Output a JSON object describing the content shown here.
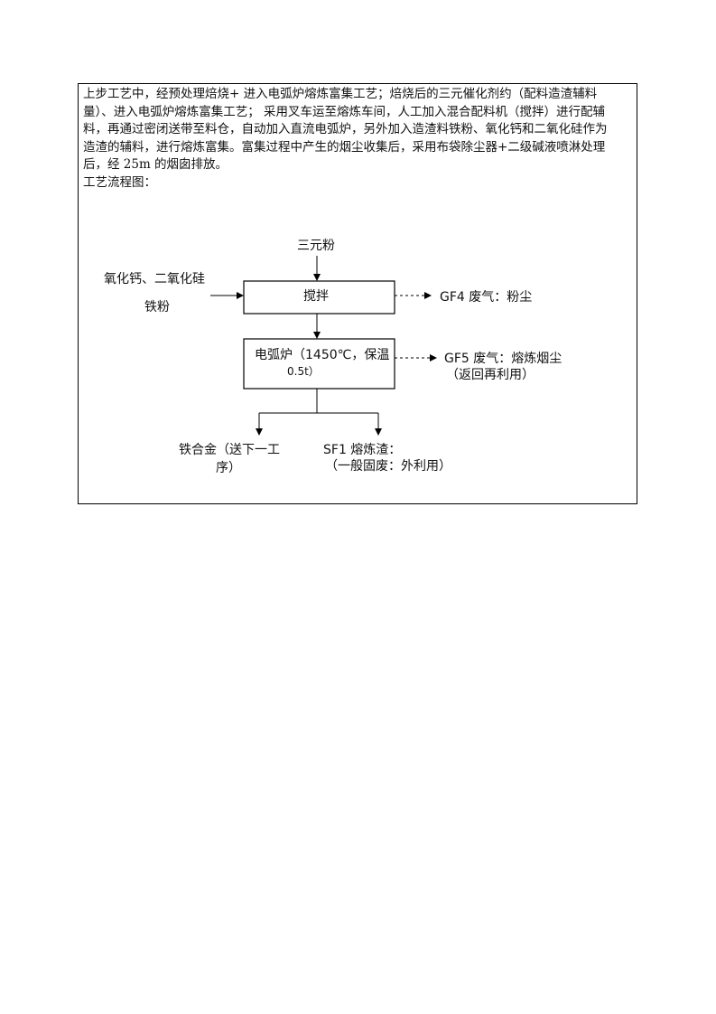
{
  "paragraph": {
    "lines": [
      "上步工艺中，经预处理焙烧+ 进入电弧炉熔炼富集工艺；焙烧后的三元催化剂约（配料造渣辅料",
      "量）、进入电弧炉熔炼富集工艺；  采用叉车运至熔炼车间，人工加入混合配料机（搅拌）进行配辅",
      "料，再通过密闭送带至料仓，自动加入直流电弧炉，另外加入造渣料铁粉、氧化钙和二氧化硅作为",
      "造渣的辅料，进行熔炼富集。富集过程中产生的烟尘收集后，采用布袋除尘器+二级碱液喷淋处理",
      "后，经 25m 的烟囱排放。"
    ],
    "flow_heading": "工艺流程图："
  },
  "diagram": {
    "input_top": "三元粉",
    "input_left_1": "氧化钙、二氧化硅",
    "input_left_2": "铁粉",
    "step1": "搅拌",
    "step1_output": "GF4 废气：粉尘",
    "step2_line1": "电弧炉（1450℃，保温",
    "step2_line2": "0.5t）",
    "step2_output_1": "GF5 废气：熔炼烟尘",
    "step2_output_2": "（返回再利用）",
    "product_1_line1": "铁合金（送下一工",
    "product_1_line2": "序）",
    "product_2_line1": "SF1 熔炼渣：",
    "product_2_line2": "（一般固废：外利用）"
  }
}
